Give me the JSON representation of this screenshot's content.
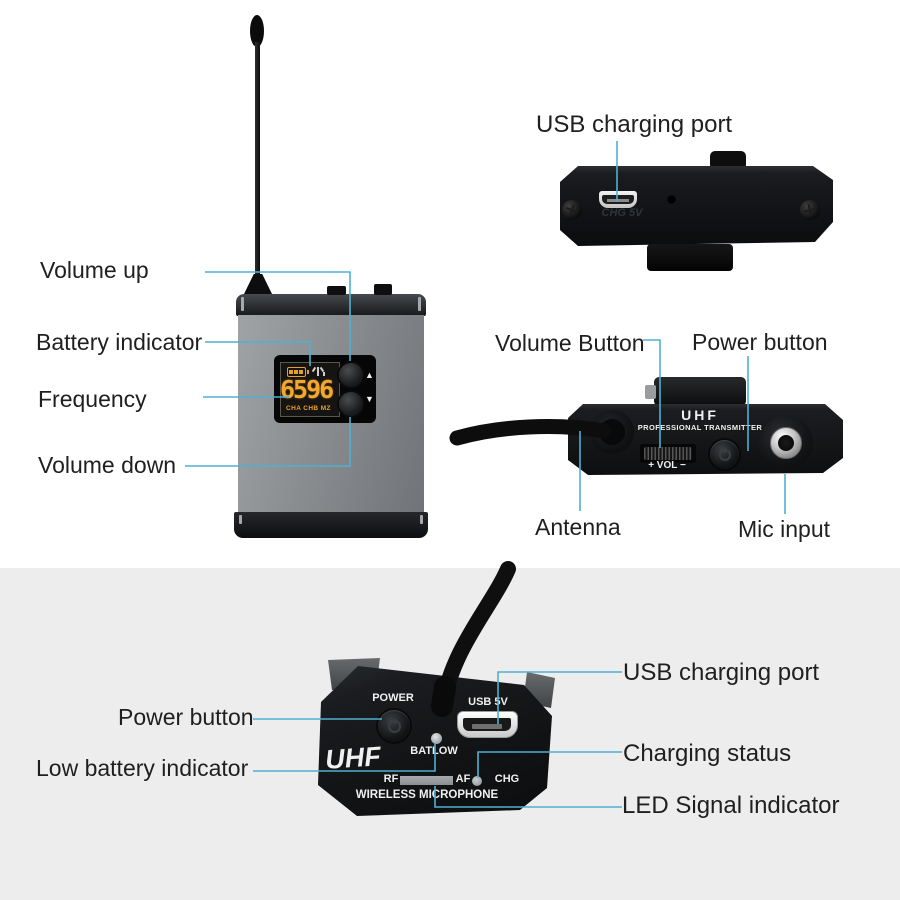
{
  "page": {
    "background": "#ffffff",
    "panel_background": "#ededed",
    "callout_line_color": "#4fb0d2",
    "label_text_color": "#1f1f1f",
    "display_amber": "#f4a72d"
  },
  "beltpack_front": {
    "callouts": {
      "volume_up": "Volume up",
      "battery_indicator": "Battery indicator",
      "frequency": "Frequency",
      "volume_down": "Volume down"
    },
    "display": {
      "frequency_value": "6596",
      "channel_row": "CHA CHB MZ"
    },
    "icons": {
      "up_arrow": "▲",
      "down_arrow": "▼"
    }
  },
  "receiver_bottom": {
    "callouts": {
      "usb_charging_port": "USB charging port"
    },
    "print": {
      "charge_port": "CHG 5V"
    }
  },
  "transmitter_top": {
    "callouts": {
      "volume_button": "Volume Button",
      "power_button": "Power button",
      "antenna": "Antenna",
      "mic_input": "Mic input"
    },
    "print": {
      "brand": "UHF",
      "subtitle": "PROFESSIONAL TRANSMITTER",
      "volume": "+ VOL −"
    }
  },
  "transmitter_front": {
    "callouts": {
      "power_button": "Power button",
      "low_battery": "Low battery indicator",
      "usb_charging_port": "USB charging port",
      "charging_status": "Charging status",
      "led_signal": "LED Signal indicator"
    },
    "print": {
      "power": "POWER",
      "usb": "USB 5V",
      "brand": "UHF",
      "batlow": "BATLOW",
      "rf": "RF",
      "af": "AF",
      "chg": "CHG",
      "footer": "WIRELESS MICROPHONE"
    }
  }
}
